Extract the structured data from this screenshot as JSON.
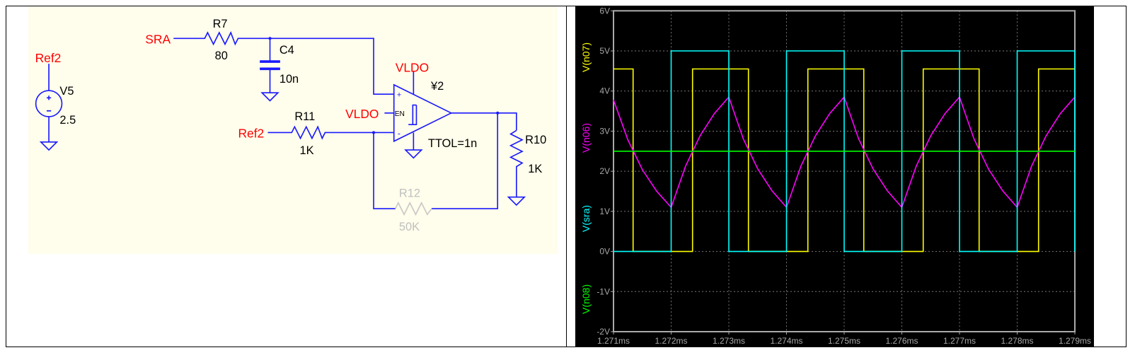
{
  "schematic": {
    "nets": {
      "sra": "SRA",
      "ref2_v5": "Ref2",
      "ref2_r11": "Ref2",
      "vldo_top": "VLDO",
      "vldo_en": "VLDO"
    },
    "components": {
      "v5": {
        "name": "V5",
        "value": "2.5"
      },
      "r7": {
        "name": "R7",
        "value": "80"
      },
      "c4": {
        "name": "C4",
        "value": "10n"
      },
      "r11": {
        "name": "R11",
        "value": "1K"
      },
      "r10": {
        "name": "R10",
        "value": "1K"
      },
      "r12": {
        "name": "R12",
        "value": "50K"
      },
      "y2": {
        "name": "¥2",
        "param": "TTOL=1n",
        "en_pin": "EN",
        "plus_pin": "+",
        "minus_pin": "-"
      }
    }
  },
  "chart_data": {
    "type": "line",
    "title": "",
    "xlabel": "",
    "ylabel": "",
    "xlim": [
      1.271,
      1.279
    ],
    "ylim": [
      -2,
      6
    ],
    "grid": true,
    "background": "#000000",
    "x_ticks": [
      "1.271ms",
      "1.272ms",
      "1.273ms",
      "1.274ms",
      "1.275ms",
      "1.276ms",
      "1.277ms",
      "1.278ms",
      "1.279ms"
    ],
    "x_tick_values": [
      1.271,
      1.272,
      1.273,
      1.274,
      1.275,
      1.276,
      1.277,
      1.278,
      1.279
    ],
    "y_ticks": [
      "6V",
      "5V",
      "4V",
      "3V",
      "2V",
      "1V",
      "0V",
      "-1V",
      "-2V"
    ],
    "y_tick_values": [
      6,
      5,
      4,
      3,
      2,
      1,
      0,
      -1,
      -2
    ],
    "legend_placement": "left-vertical",
    "series": [
      {
        "name": "V(n07)",
        "color": "#ffff00",
        "x": [
          1.271,
          1.27134,
          1.27134,
          1.27237,
          1.27237,
          1.27334,
          1.27334,
          1.27437,
          1.27437,
          1.27534,
          1.27534,
          1.27637,
          1.27637,
          1.27734,
          1.27734,
          1.27837,
          1.27837,
          1.279
        ],
        "y": [
          4.55,
          4.55,
          0,
          0,
          4.55,
          4.55,
          0,
          0,
          4.55,
          4.55,
          0,
          0,
          4.55,
          4.55,
          0,
          0,
          4.55,
          4.55
        ]
      },
      {
        "name": "V(n06)",
        "color": "#ff00ff",
        "x": [
          1.271,
          1.27125,
          1.2715,
          1.27175,
          1.272,
          1.27225,
          1.2725,
          1.27275,
          1.273,
          1.27325,
          1.2735,
          1.27375,
          1.274,
          1.27425,
          1.2745,
          1.27475,
          1.275,
          1.27525,
          1.2755,
          1.27575,
          1.276,
          1.27625,
          1.2765,
          1.27675,
          1.277,
          1.27725,
          1.2775,
          1.27775,
          1.278,
          1.27825,
          1.2785,
          1.27875,
          1.279
        ],
        "y": [
          3.78,
          2.78,
          2.04,
          1.5,
          1.1,
          2.13,
          2.88,
          3.44,
          3.85,
          2.81,
          2.06,
          1.51,
          1.1,
          2.13,
          2.88,
          3.44,
          3.85,
          2.81,
          2.06,
          1.51,
          1.1,
          2.13,
          2.88,
          3.44,
          3.85,
          2.81,
          2.06,
          1.51,
          1.1,
          2.13,
          2.88,
          3.44,
          3.85
        ]
      },
      {
        "name": "V(sra)",
        "color": "#00ffff",
        "x": [
          1.271,
          1.272,
          1.272,
          1.273,
          1.273,
          1.274,
          1.274,
          1.275,
          1.275,
          1.276,
          1.276,
          1.277,
          1.277,
          1.278,
          1.278,
          1.279,
          1.279
        ],
        "y": [
          0,
          0,
          5,
          5,
          0,
          0,
          5,
          5,
          0,
          0,
          5,
          5,
          0,
          0,
          5,
          5,
          0
        ]
      },
      {
        "name": "V(n08)",
        "color": "#00ff00",
        "x": [
          1.271,
          1.279
        ],
        "y": [
          2.5,
          2.5
        ]
      }
    ]
  }
}
